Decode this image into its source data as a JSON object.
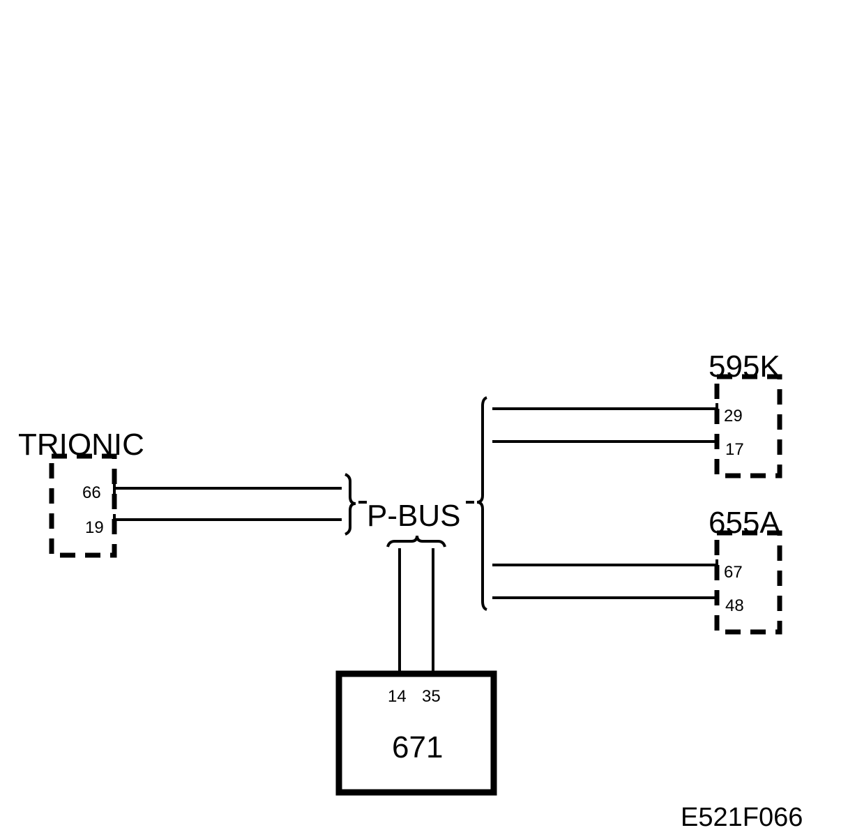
{
  "components": {
    "trionic": {
      "label": "TRIONIC",
      "pins": [
        "66",
        "19"
      ]
    },
    "c595k": {
      "label": "595K",
      "pins": [
        "29",
        "17"
      ]
    },
    "c655a": {
      "label": "655A",
      "pins": [
        "67",
        "48"
      ]
    },
    "c671": {
      "label": "671",
      "pins": [
        "14",
        "35"
      ]
    }
  },
  "bus": {
    "label": "P-BUS"
  },
  "reference": "E521F066"
}
